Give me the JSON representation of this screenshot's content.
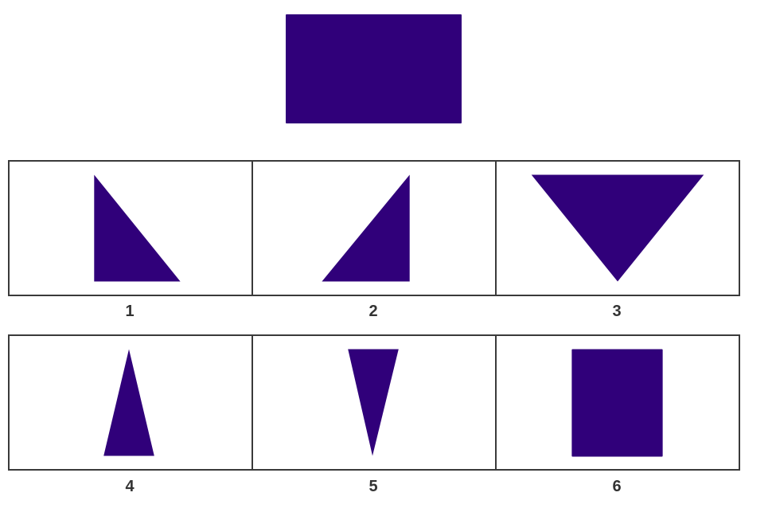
{
  "shape_color": "#30007a",
  "border_color": "#3a3a3a",
  "target_shape": "rectangle",
  "options": [
    {
      "label": "1",
      "shape": "right-triangle-left"
    },
    {
      "label": "2",
      "shape": "right-triangle-right"
    },
    {
      "label": "3",
      "shape": "inverted-triangle-wide"
    },
    {
      "label": "4",
      "shape": "tall-triangle-up"
    },
    {
      "label": "5",
      "shape": "tall-triangle-down"
    },
    {
      "label": "6",
      "shape": "rectangle-tall"
    }
  ]
}
